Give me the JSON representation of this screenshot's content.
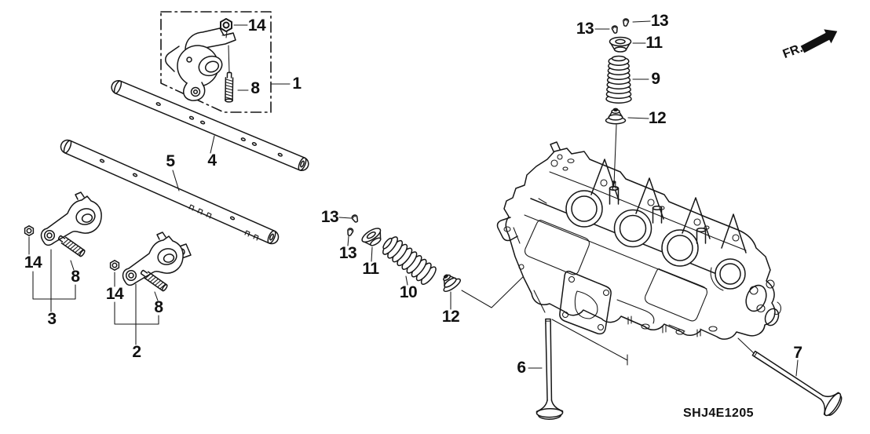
{
  "diagram": {
    "code": "SHJ4E1205",
    "front_indicator": "FR.",
    "background_color": "#ffffff",
    "line_color": "#161616"
  },
  "callouts": {
    "box_assembly": "1",
    "box_lock_nut": "14",
    "box_adjusting_screw": "8",
    "rocker_shaft_upper": "4",
    "rocker_shaft_lower": "5",
    "rocker_arm_a": "3",
    "rocker_a_lock_nut": "14",
    "rocker_a_adjusting_screw": "8",
    "rocker_arm_b": "2",
    "rocker_b_lock_nut": "14",
    "rocker_b_adjusting_screw": "8",
    "mid_valve_cotter_a": "13",
    "mid_valve_cotter_b": "13",
    "mid_spring_retainer": "11",
    "mid_valve_spring": "10",
    "mid_spring_seat": "12",
    "top_valve_cotter_a": "13",
    "top_valve_cotter_b": "13",
    "top_spring_retainer": "11",
    "top_valve_spring": "9",
    "top_spring_seat": "12",
    "valve_vertical": "6",
    "valve_angled": "7"
  }
}
